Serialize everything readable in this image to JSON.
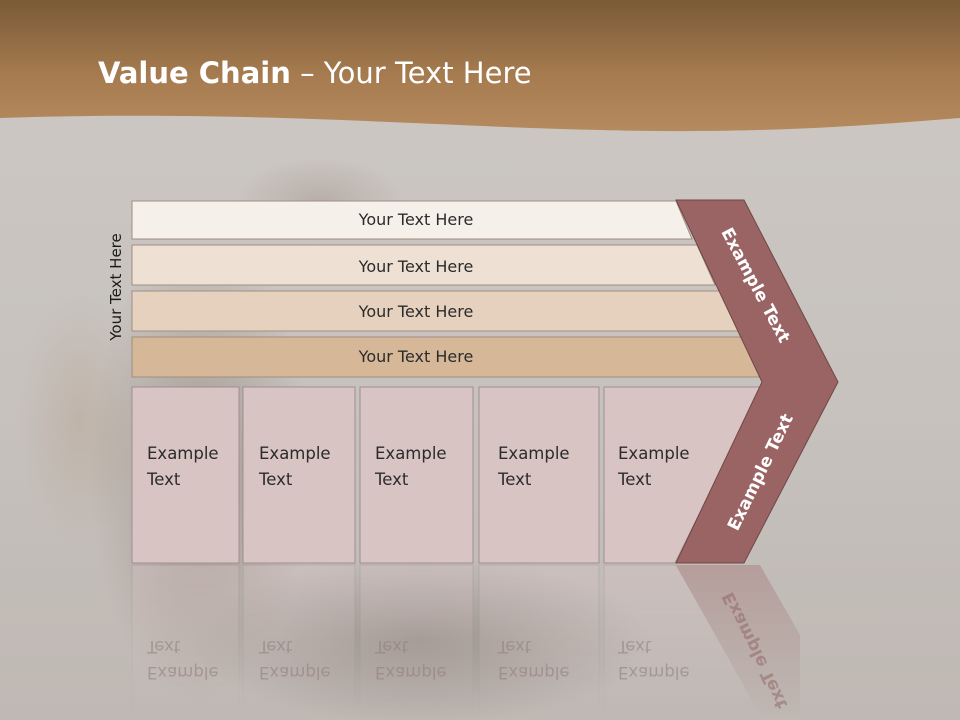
{
  "title": {
    "bold": "Value Chain",
    "rest": " – Your Text Here"
  },
  "side_label": "Your Text Here",
  "rows": [
    {
      "label": "Your Text Here",
      "fill": "#f6f0ea"
    },
    {
      "label": "Your Text Here",
      "fill": "#eee1d4"
    },
    {
      "label": "Your Text Here",
      "fill": "#e5d1bd"
    },
    {
      "label": "Your Text Here",
      "fill": "#d6b898"
    }
  ],
  "boxes": [
    {
      "line1": "Example",
      "line2": "Text"
    },
    {
      "line1": "Example",
      "line2": "Text"
    },
    {
      "line1": "Example",
      "line2": "Text"
    },
    {
      "line1": "Example",
      "line2": "Text"
    },
    {
      "line1": "Example",
      "line2": "Text"
    }
  ],
  "chevron": {
    "top_label": "Example Text",
    "bottom_label": "Example Text",
    "color": "#9b6464"
  },
  "colors": {
    "header_band": "#a87c52",
    "box_fill": "#d9c4c4",
    "box_stroke": "#9e8f8f"
  }
}
